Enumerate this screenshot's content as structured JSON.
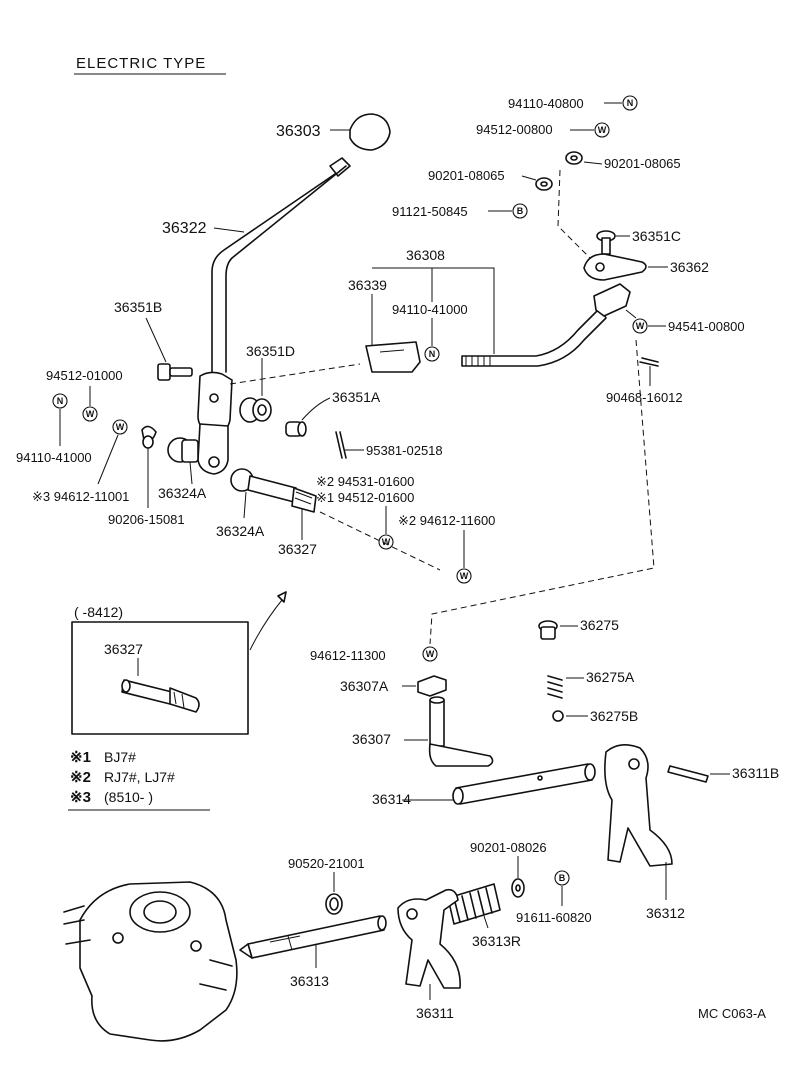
{
  "header": {
    "title": "ELECTRIC TYPE"
  },
  "footer": {
    "code": "MC  C063-A"
  },
  "inset": {
    "range": "(      -8412)",
    "part": "36327"
  },
  "notes": [
    {
      "mark": "※1",
      "text": "BJ7#"
    },
    {
      "mark": "※2",
      "text": "RJ7#, LJ7#"
    },
    {
      "mark": "※3",
      "text": "(8510-      )"
    }
  ],
  "symbols": {
    "nut": "N",
    "washer": "W",
    "bolt": "B"
  },
  "parts": {
    "p36303": "36303",
    "p36322": "36322",
    "p36351B": "36351B",
    "p36351D": "36351D",
    "p36351A": "36351A",
    "p36351C": "36351C",
    "p36308": "36308",
    "p36339": "36339",
    "p36362": "36362",
    "p36324A_1": "36324A",
    "p36324A_2": "36324A",
    "p36327": "36327",
    "p36275": "36275",
    "p36275A": "36275A",
    "p36275B": "36275B",
    "p36307A": "36307A",
    "p36307": "36307",
    "p36314": "36314",
    "p36311B": "36311B",
    "p36312": "36312",
    "p36313": "36313",
    "p36313R": "36313R",
    "p36311": "36311",
    "p94110_40800": "94110-40800",
    "p94512_00800": "94512-00800",
    "p90201_08065_a": "90201-08065",
    "p90201_08065_b": "90201-08065",
    "p91121_50845": "91121-50845",
    "p94110_41000_a": "94110-41000",
    "p94541_00800": "94541-00800",
    "p90468_16012": "90468-16012",
    "p94512_01000": "94512-01000",
    "p94110_41000_b": "94110-41000",
    "p94612_11001": "※3 94612-11001",
    "p90206_15081": "90206-15081",
    "p95381_02518": "95381-02518",
    "p94531_01600": "※2 94531-01600",
    "p94512_01600": "※1 94512-01600",
    "p94612_11600": "※2 94612-11600",
    "p94612_11300": "94612-11300",
    "p90520_21001": "90520-21001",
    "p90201_08026": "90201-08026",
    "p91611_60820": "91611-60820"
  }
}
